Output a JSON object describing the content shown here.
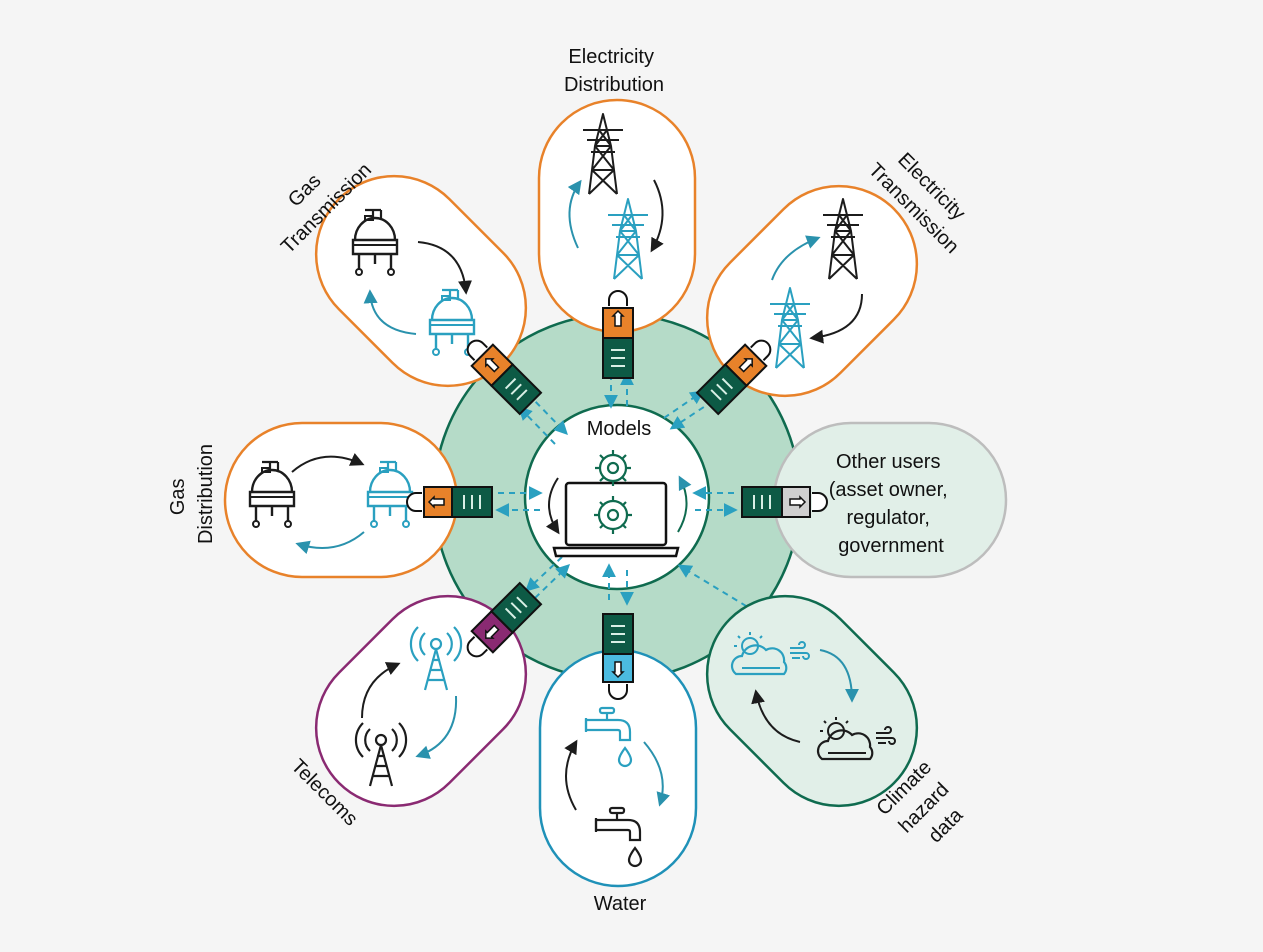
{
  "colors": {
    "background": "#f5f5f5",
    "hub_fill": "#b5dbc8",
    "hub_stroke": "#0f6b4f",
    "connector_green": "#0d5a45",
    "accent_cyan": "#2aa0c0",
    "dark_icon": "#1c1c1c",
    "orange": "#e8822a",
    "purple": "#8a2a72",
    "blue": "#1f91b8",
    "green": "#0f6b4f",
    "grey": "#bdbdbd"
  },
  "center": {
    "label": "Models",
    "icon": "laptop-with-gears-icon"
  },
  "sectors": [
    {
      "id": "electricity-distribution",
      "label_lines": [
        "Electricity",
        "Distribution"
      ],
      "icon": "transmission-tower-icon",
      "border_color": "#e8822a",
      "tag_color": "#e8822a"
    },
    {
      "id": "electricity-transmission",
      "label_lines": [
        "Electricity",
        "Transmission"
      ],
      "icon": "transmission-tower-icon",
      "border_color": "#e8822a",
      "tag_color": "#e8822a"
    },
    {
      "id": "gas-transmission",
      "label_lines": [
        "Gas",
        "Transmission"
      ],
      "icon": "gas-storage-sphere-icon",
      "border_color": "#e8822a",
      "tag_color": "#e8822a"
    },
    {
      "id": "gas-distribution",
      "label_lines": [
        "Gas",
        "Distribution"
      ],
      "icon": "gas-storage-sphere-icon",
      "border_color": "#e8822a",
      "tag_color": "#e8822a"
    },
    {
      "id": "telecoms",
      "label_lines": [
        "Telecoms"
      ],
      "icon": "radio-mast-icon",
      "border_color": "#8a2a72",
      "tag_color": "#8a2a72"
    },
    {
      "id": "water",
      "label_lines": [
        "Water"
      ],
      "icon": "water-tap-icon",
      "border_color": "#1f91b8",
      "tag_color": "#4bbbe0"
    },
    {
      "id": "climate-hazard-data",
      "label_lines": [
        "Climate",
        "hazard",
        "data"
      ],
      "icon": "weather-cloud-icon",
      "border_color": "#0f6b4f",
      "tag_color": "#0f6b4f"
    },
    {
      "id": "other-users",
      "label_lines": [
        "Other users",
        "(asset owner,",
        "regulator,",
        "government"
      ],
      "icon": "",
      "border_color": "#bdbdbd",
      "tag_color": "#cfcfcf"
    }
  ]
}
